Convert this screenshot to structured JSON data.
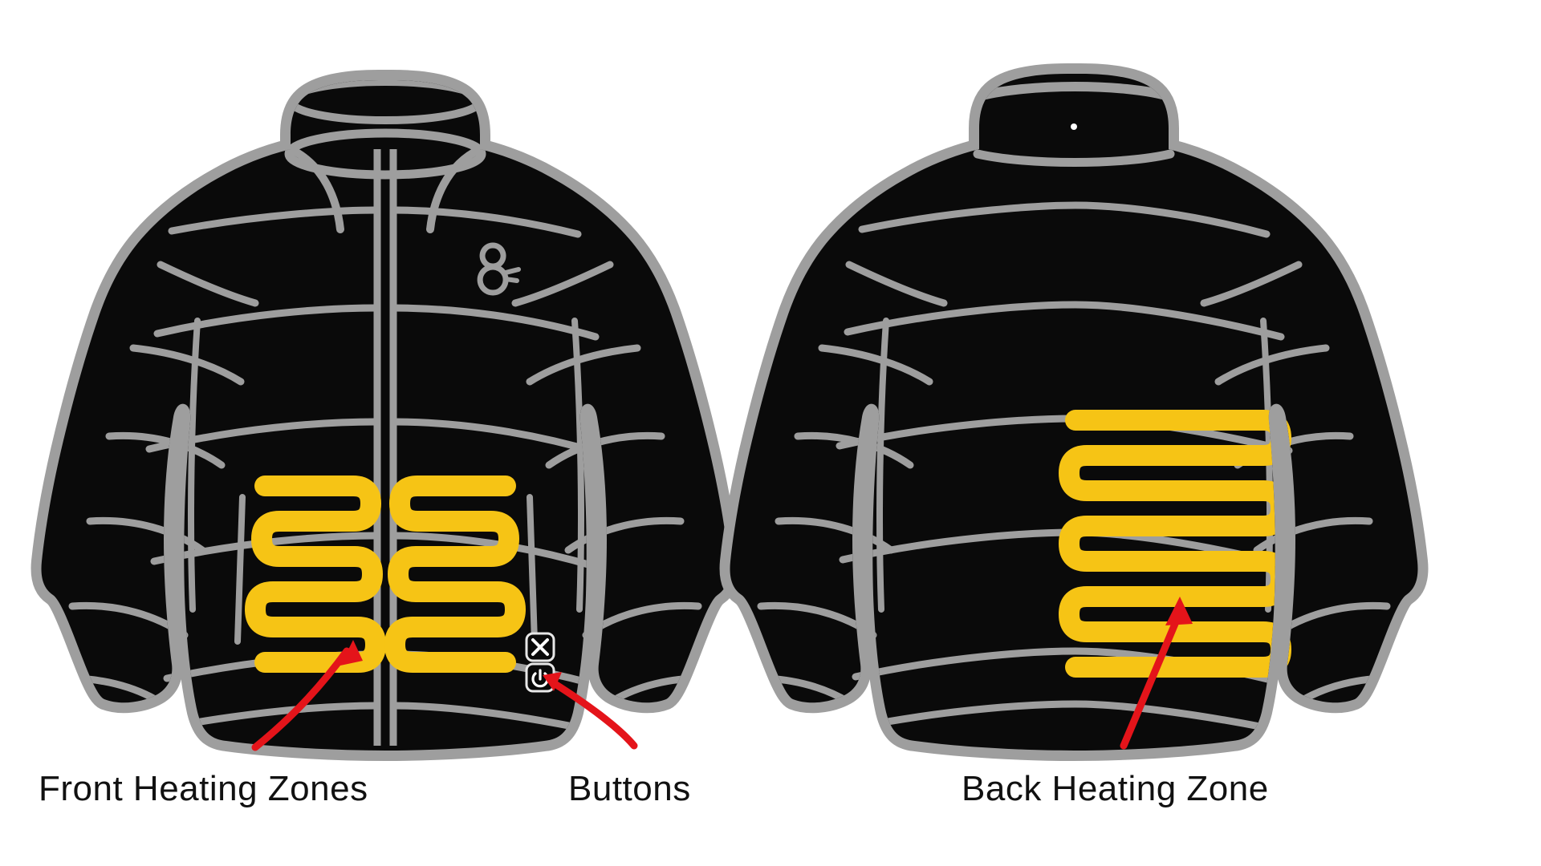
{
  "page": {
    "background_color": "#ffffff",
    "title": "Heated Jacket Heating Zone Diagram"
  },
  "colors": {
    "jacket_fill": "#0a0a0a",
    "jacket_outline": "#9e9e9e",
    "stitch_line": "#9e9e9e",
    "heating_element": "#f6c415",
    "arrow_red": "#e4141a",
    "caption_text": "#111111",
    "page_background": "#ffffff"
  },
  "captions": [
    {
      "id": "front",
      "label": "Front Heating Zones"
    },
    {
      "id": "buttons",
      "label": "Buttons"
    },
    {
      "id": "back",
      "label": "Back Heating Zone"
    }
  ],
  "views": {
    "front": {
      "name": "Front view of jacket",
      "collar": "stand-up collar",
      "zipper": "center front full-length zipper",
      "logo": {
        "glyph": "8",
        "position": "left chest"
      },
      "pockets": 2,
      "heating_zones": [
        {
          "id": "front-left",
          "shape": "serpentine coil",
          "rows": 5
        },
        {
          "id": "front-right",
          "shape": "serpentine coil",
          "rows": 5
        }
      ],
      "control_panel": {
        "name": "control buttons",
        "buttons": [
          {
            "id": "close",
            "icon": "x-icon",
            "glyph": "✕"
          },
          {
            "id": "power",
            "icon": "power-icon",
            "glyph": "⏻"
          }
        ]
      }
    },
    "back": {
      "name": "Back view of jacket",
      "collar": "stand-up collar",
      "hang_loop": true,
      "heating_zones": [
        {
          "id": "back-center",
          "shape": "horizontal serpentine coil",
          "rows": 6
        }
      ]
    }
  },
  "annotations": [
    {
      "id": "arrow-front",
      "from": "Front Heating Zones caption",
      "to": "front-left heating zone",
      "color": "#e4141a"
    },
    {
      "id": "arrow-buttons",
      "from": "Buttons caption",
      "to": "control panel",
      "color": "#e4141a"
    },
    {
      "id": "arrow-back",
      "from": "Back Heating Zone caption",
      "to": "back-center heating zone",
      "color": "#e4141a"
    }
  ]
}
